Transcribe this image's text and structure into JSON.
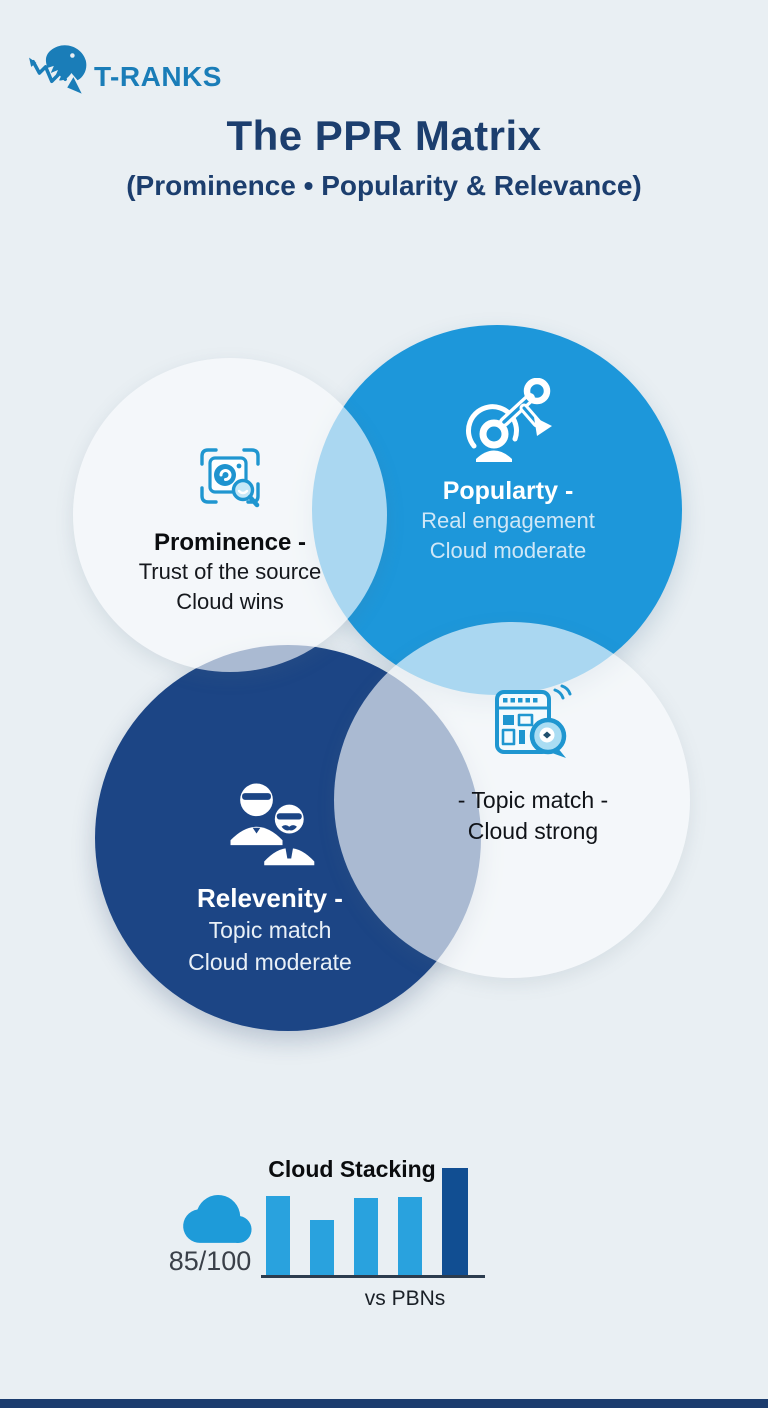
{
  "colors": {
    "bg": "#e9eff3",
    "logo_blue": "#1a7db8",
    "title_navy": "#1c3e6e",
    "circle_blue": "#1d97da",
    "circle_navy": "#1c4585",
    "circle_light": "rgba(250,252,254,0.64)",
    "icon_blue": "#1f96d0",
    "cloud_blue": "#1e9bd9",
    "bar_light": "#29a2de",
    "bar_dark": "#114e92",
    "footer_navy": "#1b3c6e"
  },
  "logo": {
    "brand": "T-RANKS",
    "icon": "shark-trend-arrow-icon"
  },
  "header": {
    "title": "The PPR Matrix",
    "subtitle": "(Prominence • Popularity & Relevance)"
  },
  "venn": {
    "prominence": {
      "icon": "image-scan-search-icon",
      "title": "Prominence -",
      "line1": "Trust of the source",
      "line2": "Cloud wins"
    },
    "popularity": {
      "icon": "influencer-network-icon",
      "title": "Popularty -",
      "line1": "Real engagement",
      "line2": "Cloud moderate"
    },
    "relevance": {
      "icon": "two-people-icon",
      "title": "Relevenity -",
      "line1": "Topic match",
      "line2": "Cloud moderate"
    },
    "topic": {
      "icon": "site-grid-search-icon",
      "line1": "- Topic match -",
      "line2": "Cloud strong"
    }
  },
  "score": {
    "icon": "cloud-icon",
    "value": "85/100"
  },
  "chart_data": {
    "type": "bar",
    "title": "Cloud Stacking",
    "xlabel": "vs PBNs",
    "values": [
      74,
      51,
      72,
      73,
      100
    ],
    "colors": [
      "#29a2de",
      "#29a2de",
      "#29a2de",
      "#29a2de",
      "#114e92"
    ],
    "ylim": [
      0,
      100
    ],
    "legend": "none",
    "grid": false
  }
}
